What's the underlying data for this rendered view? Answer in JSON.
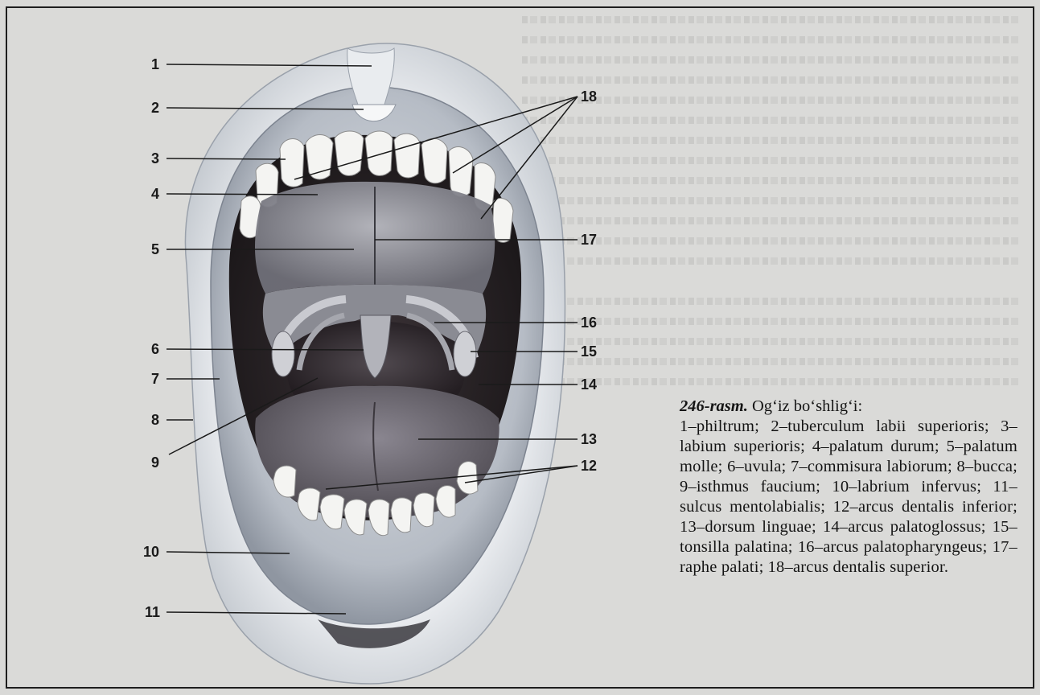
{
  "figure": {
    "labels": [
      {
        "n": "1"
      },
      {
        "n": "2"
      },
      {
        "n": "3"
      },
      {
        "n": "4"
      },
      {
        "n": "5"
      },
      {
        "n": "6"
      },
      {
        "n": "7"
      },
      {
        "n": "8"
      },
      {
        "n": "9"
      },
      {
        "n": "10"
      },
      {
        "n": "11"
      },
      {
        "n": "12"
      },
      {
        "n": "13"
      },
      {
        "n": "14"
      },
      {
        "n": "15"
      },
      {
        "n": "16"
      },
      {
        "n": "17"
      },
      {
        "n": "18"
      }
    ]
  },
  "caption": {
    "title": "246-rasm.",
    "subtitle": "Og‘iz bo‘shlig‘i:",
    "entries": [
      "1–philtrum;",
      "2–tuberculum labii superioris;",
      "3–labium superioris;",
      "4–palatum durum;",
      "5–palatum molle;",
      "6–uvula;",
      "7–commisura labiorum;",
      "8–bucca;",
      "9–isthmus faucium;",
      "10–labrium infervus;",
      "11–sulcus mentolabialis;",
      "12–arcus dentalis inferior;",
      "13–dorsum linguae;",
      "14–arcus palatoglossus;",
      "15–tonsilla palatina;",
      "16–arcus palatopharyngeus;",
      "17–raphe palati;",
      "18–arcus dentalis superior."
    ]
  },
  "colors": {
    "cavity": "#2a2426",
    "lip": "#c9cfd6",
    "skin": "#e7eaee",
    "tongue": "#6e6a70",
    "palate": "#9a9aa2",
    "teeth": "#f4f4f2",
    "leader": "#1a1a1a"
  }
}
